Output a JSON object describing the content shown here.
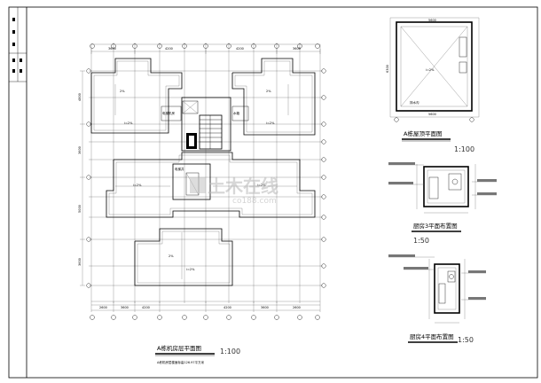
{
  "main_plan": {
    "title": "A栋机房层平面图",
    "scale": "1:100",
    "note": "A栋机房层楼面标高126.97平方米",
    "dims_bottom": [
      "2600",
      "3600",
      "4200",
      "4200",
      "3600",
      "2600"
    ],
    "dims_top": [
      "3600",
      "4200",
      "4200",
      "3600"
    ],
    "dims_left": [
      "4800",
      "3600",
      "5000",
      "3600",
      "4800"
    ]
  },
  "roof_plan": {
    "title": "A栋屋顶平面图",
    "scale": "1:100",
    "dim_top": "5600",
    "dim_bottom": "5600",
    "dim_left": "6300"
  },
  "detail_3": {
    "title": "厨房3平面布置图",
    "scale": "1:50"
  },
  "detail_4": {
    "title": "厨房4平面布置图",
    "scale": "1:50"
  },
  "watermark": {
    "main": "土木在线",
    "sub": "co188.com"
  }
}
